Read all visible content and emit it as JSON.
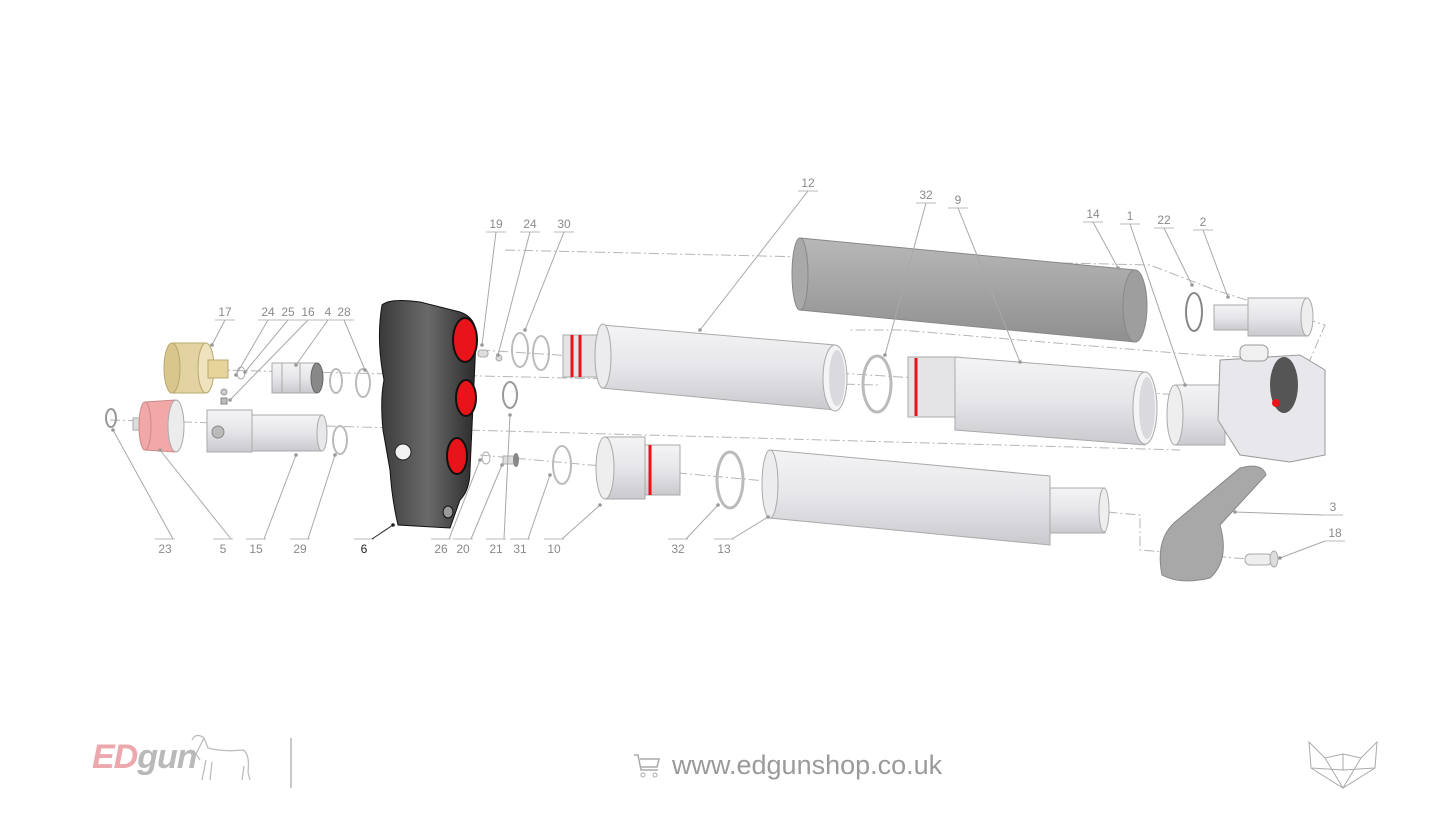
{
  "diagram": {
    "callouts": [
      "19",
      "24",
      "30",
      "12",
      "32",
      "9",
      "14",
      "1",
      "22",
      "2",
      "17",
      "24",
      "25",
      "16",
      "4",
      "28",
      "23",
      "5",
      "15",
      "29",
      "6",
      "26",
      "20",
      "21",
      "31",
      "10",
      "32",
      "13",
      "3",
      "18"
    ],
    "highlight_callout": "6",
    "colors": {
      "highlight_part": "#4a4a4a",
      "port_red": "#e8141a",
      "part_grey": "#d9d9dc",
      "brass": "#e3d3a0",
      "pink": "#f3a8a8",
      "leader": "#9a9a9a"
    }
  },
  "footer": {
    "brand_ed": "ED",
    "brand_gun": "gun",
    "cart_icon": "shopping-cart-icon",
    "url": "www.edgunshop.co.uk",
    "wolf_icon": "wolf-logo-icon"
  }
}
